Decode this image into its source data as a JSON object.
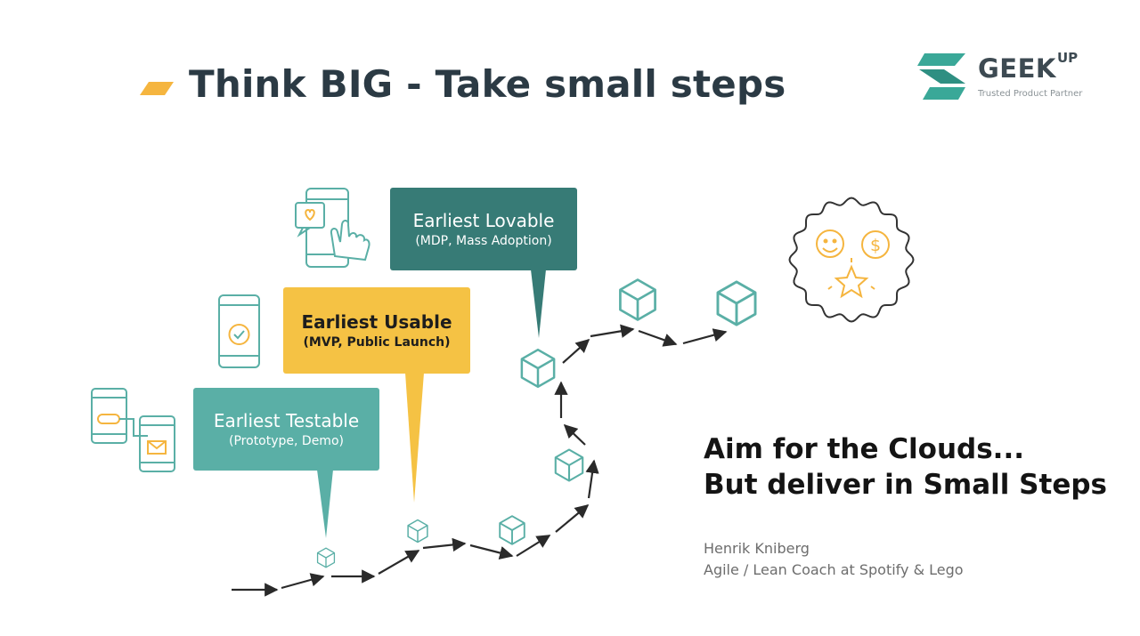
{
  "header": {
    "title": "Think BIG - Take small steps",
    "accent_color": "#f5b53f"
  },
  "logo": {
    "name": "GEEK",
    "superscript": "UP",
    "tagline": "Trusted Product Partner",
    "color": "#3aa898"
  },
  "callouts": [
    {
      "title": "Earliest Testable",
      "subtitle": "(Prototype, Demo)",
      "color": "#5aafa6"
    },
    {
      "title": "Earliest Usable",
      "subtitle": "(MVP, Public Launch)",
      "color": "#f5c244"
    },
    {
      "title": "Earliest Lovable",
      "subtitle": "(MDP, Mass Adoption)",
      "color": "#377b76"
    }
  ],
  "icons": [
    "wireframe-phones-icon",
    "phone-check-icon",
    "phone-tap-heart-icon",
    "smiley-dollar-star-badge-icon",
    "cube-icon",
    "arrow-icon"
  ],
  "colors": {
    "teal": "#5aafa6",
    "line": "#2a2a2a",
    "badge": "#333333"
  },
  "tagline": {
    "line1": "Aim for the Clouds...",
    "line2": "But deliver in Small Steps"
  },
  "credit": {
    "name": "Henrik Kniberg",
    "role": "Agile / Lean Coach at Spotify & Lego"
  }
}
